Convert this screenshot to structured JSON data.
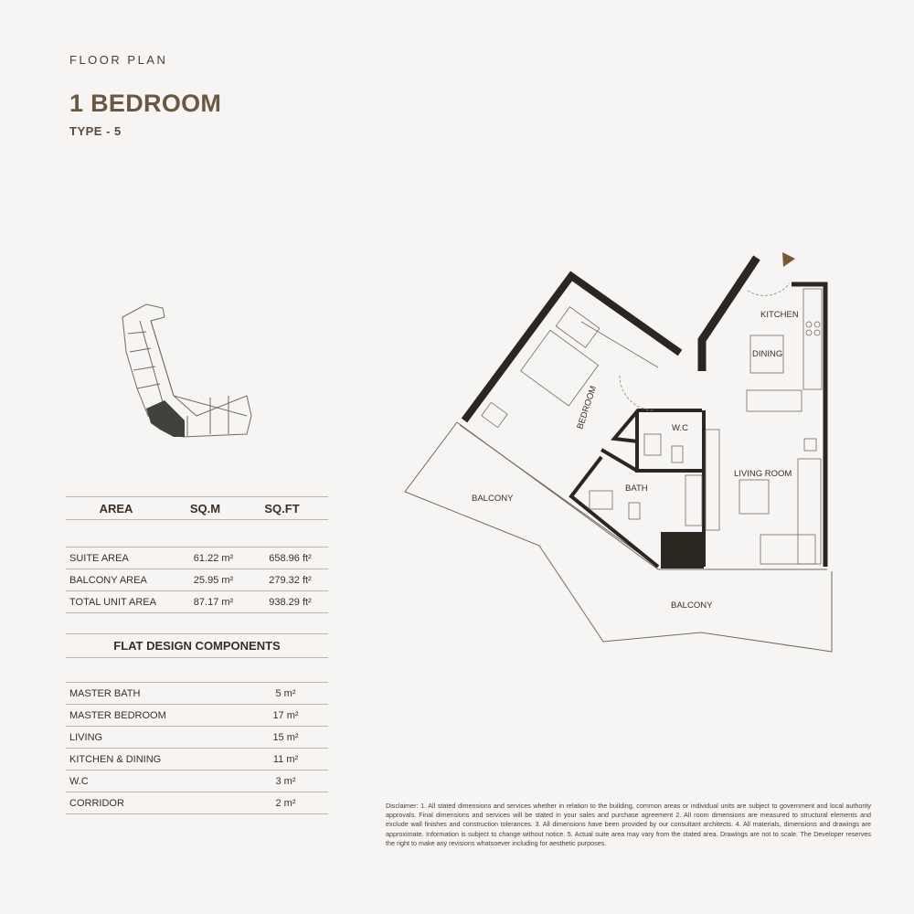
{
  "header": {
    "eyebrow": "FLOOR PLAN",
    "title": "1 BEDROOM",
    "subtitle": "TYPE - 5"
  },
  "area_table": {
    "headers": [
      "AREA",
      "SQ.M",
      "SQ.FT"
    ],
    "rows": [
      {
        "label": "SUITE AREA",
        "sqm": "61.22 m²",
        "sqft": "658.96 ft²"
      },
      {
        "label": "BALCONY AREA",
        "sqm": "25.95 m²",
        "sqft": "279.32 ft²"
      },
      {
        "label": "TOTAL UNIT AREA",
        "sqm": "87.17 m²",
        "sqft": "938.29 ft²"
      }
    ]
  },
  "components": {
    "title": "FLAT DESIGN COMPONENTS",
    "rows": [
      {
        "label": "MASTER BATH",
        "value": "5 m²"
      },
      {
        "label": "MASTER BEDROOM",
        "value": "17 m²"
      },
      {
        "label": "LIVING",
        "value": "15 m²"
      },
      {
        "label": "KITCHEN & DINING",
        "value": "11 m²"
      },
      {
        "label": "W.C",
        "value": "3 m²"
      },
      {
        "label": "CORRIDOR",
        "value": "2 m²"
      }
    ]
  },
  "plan": {
    "rooms": {
      "kitchen": "KITCHEN",
      "dining": "DINING",
      "bedroom": "BEDROOM",
      "wc": "W.C",
      "bath": "BATH",
      "living": "LIVING ROOM",
      "balcony_left": "BALCONY",
      "balcony_bottom": "BALCONY"
    },
    "colors": {
      "wall": "#2c2620",
      "entry_marker": "#7a5a35",
      "line": "#6f6a64"
    }
  },
  "disclaimer": "Disclaimer: 1. All stated dimensions and services whether in relation to the building, common areas or individual units are subject to government and local authority approvals. Final dimensions and services will be stated in your sales and purchase agreement 2. All room dimensions are measured to structural elements and exclude wall finishes and construction tolerances. 3. All dimensions have been provided by our consultant architects. 4. All materials, dimensions and drawings are approximate. Information is subject to change without notice. 5. Actual suite area may vary from the stated area. Drawings are not to scale. The Developer reserves the right to make any revisions whatsoever including for aesthetic purposes."
}
